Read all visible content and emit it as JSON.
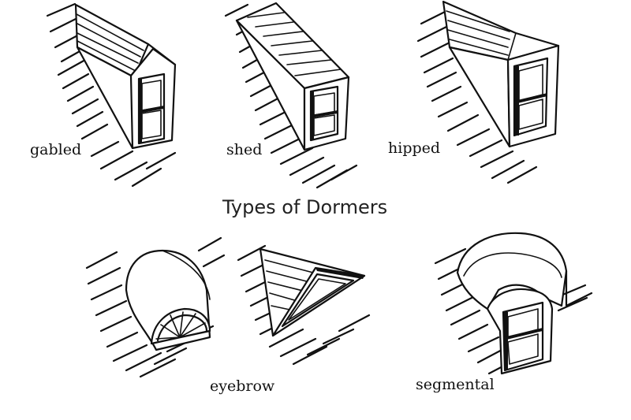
{
  "title": "Types of Dormers",
  "labels": {
    "gabled": "gabled",
    "shed": "shed",
    "hipped": "hipped",
    "eyebrow": "eyebrow",
    "segmental": "segmental"
  }
}
